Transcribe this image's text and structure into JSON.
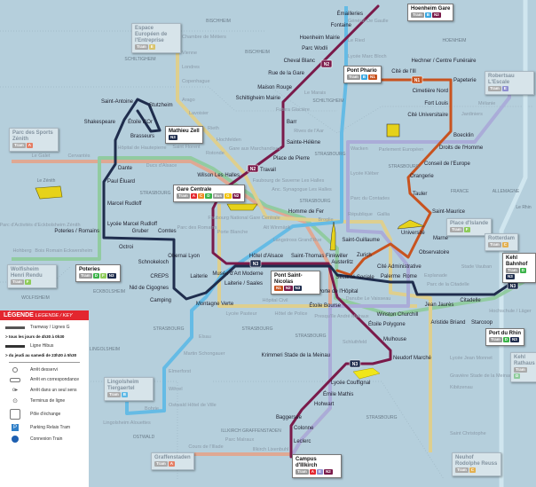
{
  "colors": {
    "background": "#b5cfdc",
    "n1": "#c8531f",
    "n2": "#7a1a4a",
    "n3": "#1f2d4d",
    "tram_salmon": "#e4a48c",
    "tram_green": "#8ecb9b",
    "tram_yellow": "#e3cf86",
    "tram_blue": "#5db9e6",
    "tram_lilac": "#a9a9d8",
    "legend_red": "#e3262f"
  },
  "night_stops": [
    "Émailleries",
    "Fontaine",
    "Hoenheim Mairie",
    "Parc Wodli",
    "Cheval Blanc",
    "Rue de la Gare",
    "Maison Rouge",
    "Schiltigheim Mairie",
    "Barr",
    "Sainte-Hélène",
    "Place de Pierre",
    "Travail",
    "Wilson Les Halles",
    "Cité de l'Ill",
    "Hechner / Centre Funéraire",
    "Papeterie",
    "Cimetière Nord",
    "Fort Louis",
    "Cité Universitaire",
    "Boecklin",
    "Droits de l'Homme",
    "Conseil de l'Europe",
    "Orangerie",
    "Tauler",
    "Saint-Maurice",
    "Marne",
    "Observatoire",
    "Université",
    "Saint-Guillaume",
    "Zurich",
    "Austerlitz",
    "Sécurité Sociale",
    "Cité Administrative",
    "Palerme",
    "Rome",
    "Winston Churchill",
    "Jean Jaurès",
    "Aristide Briand",
    "Citadelle",
    "Starcoop",
    "Saint-Thomas Finkwiller",
    "Hôtel d'Alsace",
    "Musée d'Art Moderne",
    "Laiterie / Saales",
    "Laiterie",
    "Obernai Lyon",
    "Porte de l'Hôpital",
    "Étoile Bourse",
    "Étoile Polygone",
    "Mulhouse",
    "Neudorf Marché",
    "Krimmeri Stade de la Meinau",
    "Lycée Couffignal",
    "Émile Mathis",
    "Hohwart",
    "Baggersee",
    "Colonne",
    "Leclerc",
    "Camping",
    "Montagne Verte",
    "Nid de Cigognes",
    "CREPS",
    "Schnokeloch",
    "Gruber",
    "Comtes",
    "Octroi",
    "Poteries / Romains",
    "Lycée Marcel Rudloff",
    "Marcel Rudloff",
    "Paul Éluard",
    "Dante",
    "Shakespeare",
    "Saint-Antoine",
    "Stutzheim",
    "Étoile d'Or",
    "Brasseurs",
    "Homme de Fer"
  ],
  "tram_stops": [
    "Chambre de Métiers",
    "Vienne",
    "Londres",
    "Copenhague",
    "Arago",
    "Lavoisier",
    "Rieth",
    "Hochfelden",
    "Gare aux Marchandises",
    "Le Galet",
    "Cervantès",
    "Hôpital de Hautepierre",
    "Saint Florent",
    "Rotonde",
    "Ducs d'Alsace",
    "Général De Gaulle",
    "Le Ried",
    "Lycée Marc Bloch",
    "Le Marais",
    "Futura Glacière",
    "Rives de l'Aar",
    "Wacken",
    "Lycée Kléber",
    "Parc du Contades",
    "République",
    "Gallia",
    "Parlement Européen",
    "Mélanie",
    "Jardiniers",
    "Faubourg de Saverne Les Halles",
    "Anc. Synagogue Les Halles",
    "Broglie",
    "Faubourg National Gare Centrale",
    "Alt Winmärik",
    "Langstross Grand'Rue",
    "Porte Blanche",
    "Parc des Romains",
    "Hohberg",
    "Parc d'Activités d'Eckbolsheim Zénith",
    "Bois Romain",
    "Eckwersheim",
    "Lycée Pasteur",
    "Hôpital Civil",
    "Hôtel de Police",
    "Presqu'île André Malraux",
    "Esplanade",
    "Danube Le Vaisseau",
    "Parc de la Citadelle",
    "Stade Vauban",
    "Schluthfeld",
    "Elsau",
    "Martin Schongauer",
    "Elmerforst",
    "Wihrel",
    "Ostwald Hôtel de Ville",
    "Bohrie",
    "Lingolsheim Alouettes",
    "Cours de l'Illade",
    "Parc Malraux",
    "Illkirch Lixenbuhl",
    "Lycée Jean Monnet",
    "Gravière Stade de la Meinau",
    "Kibitzenau",
    "Saint Christophe",
    "Hochschule / Läger"
  ],
  "districts": [
    "BISCHHEIM",
    "SCHILTIGHEIM",
    "SCHILTIGHEIM",
    "HOENHEIM",
    "BISCHHEIM",
    "STRASBOURG",
    "STRASBOURG",
    "STRASBOURG",
    "STRASBOURG",
    "STRASBOURG",
    "STRASBOURG",
    "STRASBOURG",
    "WOLFISHEIM",
    "ECKBOLSHEIM",
    "LINGOLSHEIM",
    "OSTWALD",
    "ILLKIRCH GRAFFENSTADEN",
    "STRASBOURG",
    "FRANCE",
    "ALLEMAGNE",
    "Le Rhin",
    "Le Zénith"
  ],
  "boxes": [
    {
      "name": "Hoenheim Gare",
      "badges": [
        {
          "t": "Tram",
          "c": "#999"
        },
        {
          "t": "B",
          "c": "#3aa7e0"
        },
        {
          "t": "N2",
          "c": "#7a1a4a"
        }
      ],
      "faded": false
    },
    {
      "name": "Espace Européen de l'Entreprise",
      "badges": [
        {
          "t": "Tram",
          "c": "#aaa"
        },
        {
          "t": "E",
          "c": "#d9c36a"
        }
      ],
      "faded": true
    },
    {
      "name": "Parc des Sports Zénith",
      "badges": [
        {
          "t": "Tram",
          "c": "#aaa"
        },
        {
          "t": "A",
          "c": "#e57d63"
        }
      ],
      "faded": true
    },
    {
      "name": "Mathieu Zell",
      "badges": [
        {
          "t": "N3",
          "c": "#1f2d4d"
        }
      ],
      "faded": false
    },
    {
      "name": "Gare Centrale",
      "badges": [
        {
          "t": "Tram",
          "c": "#999"
        },
        {
          "t": "A",
          "c": "#e3262f"
        },
        {
          "t": "C",
          "c": "#f08a24"
        },
        {
          "t": "D",
          "c": "#3cb34a"
        },
        {
          "t": "Bus",
          "c": "#999"
        },
        {
          "t": "G",
          "c": "#f2c200"
        },
        {
          "t": "N2",
          "c": "#7a1a4a"
        }
      ],
      "faded": false
    },
    {
      "name": "Pont Phario",
      "badges": [
        {
          "t": "Tram",
          "c": "#999"
        },
        {
          "t": "B",
          "c": "#3aa7e0"
        },
        {
          "t": "N1",
          "c": "#c8531f"
        }
      ],
      "faded": false
    },
    {
      "name": "Robertsau L'Escale",
      "badges": [
        {
          "t": "Tram",
          "c": "#aaa"
        },
        {
          "t": "E",
          "c": "#8f8fd0"
        }
      ],
      "faded": true
    },
    {
      "name": "Place d'Islande",
      "badges": [
        {
          "t": "Tram",
          "c": "#aaa"
        },
        {
          "t": "F",
          "c": "#8ecb5a"
        }
      ],
      "faded": true
    },
    {
      "name": "Rotterdam",
      "badges": [
        {
          "t": "Tram",
          "c": "#aaa"
        },
        {
          "t": "C",
          "c": "#e3b050"
        }
      ],
      "faded": true
    },
    {
      "name": "Kehl Bahnhof",
      "badges": [
        {
          "t": "Tram",
          "c": "#999"
        },
        {
          "t": "D",
          "c": "#3cb34a"
        },
        {
          "t": "N3",
          "c": "#1f2d4d"
        }
      ],
      "faded": false
    },
    {
      "name": "Wolfisheim Henri Rendu",
      "badges": [
        {
          "t": "Tram",
          "c": "#aaa"
        },
        {
          "t": "F",
          "c": "#8ecb5a"
        }
      ],
      "faded": true
    },
    {
      "name": "Poteries",
      "badges": [
        {
          "t": "Tram",
          "c": "#999"
        },
        {
          "t": "D",
          "c": "#3cb34a"
        },
        {
          "t": "F",
          "c": "#8ecb5a"
        },
        {
          "t": "N3",
          "c": "#1f2d4d"
        }
      ],
      "faded": false
    },
    {
      "name": "Pont Saint-Nicolas",
      "badges": [
        {
          "t": "N1",
          "c": "#c8531f"
        },
        {
          "t": "N2",
          "c": "#7a1a4a"
        },
        {
          "t": "N3",
          "c": "#1f2d4d"
        }
      ],
      "faded": false
    },
    {
      "name": "Port du Rhin",
      "badges": [
        {
          "t": "Tram",
          "c": "#999"
        },
        {
          "t": "D",
          "c": "#3cb34a"
        },
        {
          "t": "N3",
          "c": "#1f2d4d"
        }
      ],
      "faded": false
    },
    {
      "name": "Kehl Rathaus",
      "badges": [
        {
          "t": "Tram",
          "c": "#aaa"
        },
        {
          "t": "D",
          "c": "#8ecb9b"
        }
      ],
      "faded": true
    },
    {
      "name": "Lingolsheim Tiergaertel",
      "badges": [
        {
          "t": "Tram",
          "c": "#aaa"
        },
        {
          "t": "B",
          "c": "#5db9e6"
        }
      ],
      "faded": true
    },
    {
      "name": "Graffenstaden",
      "badges": [
        {
          "t": "Tram",
          "c": "#aaa"
        },
        {
          "t": "A",
          "c": "#e57d63"
        }
      ],
      "faded": true
    },
    {
      "name": "Campus d'Illkirch",
      "badges": [
        {
          "t": "Tram",
          "c": "#999"
        },
        {
          "t": "A",
          "c": "#e3262f"
        },
        {
          "t": "E",
          "c": "#8f8fd0"
        },
        {
          "t": "N2",
          "c": "#7a1a4a"
        }
      ],
      "faded": false
    },
    {
      "name": "Neuhof Rodolphe Reuss",
      "badges": [
        {
          "t": "Tram",
          "c": "#aaa"
        },
        {
          "t": "C",
          "c": "#e3b050"
        }
      ],
      "faded": true
    }
  ],
  "line_badges": [
    "N1",
    "N2",
    "N2",
    "N3",
    "N3",
    "N3"
  ],
  "legend": {
    "title": "LÉGENDE",
    "subtitle": "LEGENDE / KEY",
    "tram_label": "Tramway / Lignes G",
    "tram_note": "> tous les jours de 4h30 à 0h30",
    "bus_label": "Ligne Hibus",
    "bus_note": "> du jeudi au samedi de 23h30 à 5h30",
    "items": [
      "Arrêt desservi",
      "Arrêt en correspondance",
      "Arrêt dans un seul sens",
      "Terminus de ligne",
      "Pôle d'échange",
      "Parking Relais Tram",
      "Connexion Train"
    ]
  }
}
